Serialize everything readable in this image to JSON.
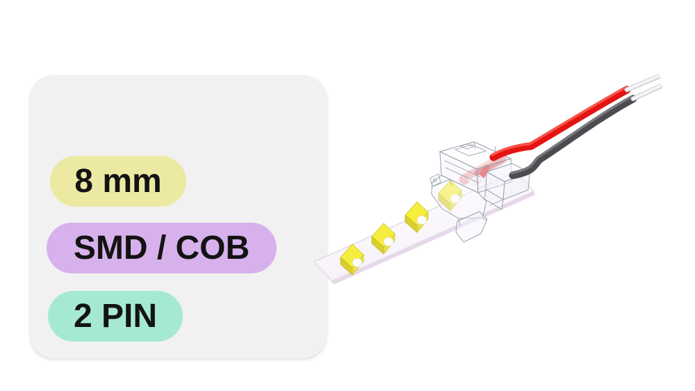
{
  "page": {
    "background": "#ffffff"
  },
  "spec_card": {
    "background": "#f1f1f2",
    "badges": [
      {
        "id": "strip-width",
        "label": "8 mm",
        "bg": "#ece9a3"
      },
      {
        "id": "chip-type",
        "label": "SMD / COB",
        "bg": "#d7b1ec"
      },
      {
        "id": "pin-count",
        "label": "2 PIN",
        "bg": "#a5ead0"
      }
    ],
    "text_color": "#131313"
  },
  "product_render": {
    "description": "3D render of an 8 mm LED strip with four yellow SMD chips, a translucent 2-pin clip-on connector, and a red/black wire pigtail with stripped white tips",
    "strip_color": "#ffffff",
    "strip_edge_color": "#e6d9ea",
    "led_chip_color": "#f6ee3d",
    "connector_outline_color": "#98a0aa",
    "inner_wire_color": "#e63a3a",
    "wire_colors": {
      "positive": "#e41414",
      "negative": "#4c4c50",
      "stripped_tips": "#f5f5f7"
    },
    "led_count_visible": 4
  }
}
